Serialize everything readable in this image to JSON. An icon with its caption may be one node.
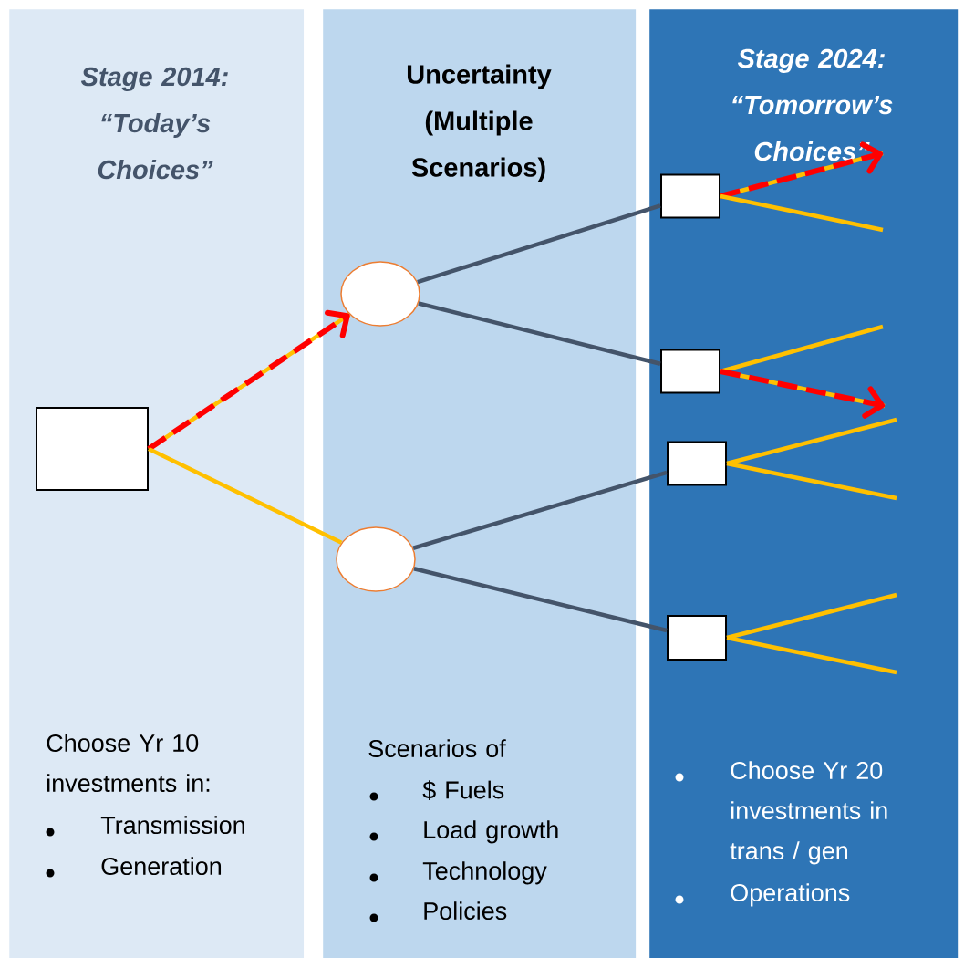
{
  "diagram": {
    "nodes": [
      {
        "text": [
          "Stage 2014: “Today’s Choices”",
          "Choose Yr 10 investments in:",
          "Transmission",
          "Generation"
        ]
      },
      {
        "text": [],
        "shape": "box",
        "in": 0
      },
      {
        "text": [
          "Uncertainty (Multiple Scenarios)",
          "Scenarios of",
          "$ Fuels",
          "Load growth",
          "Technology",
          "Policies"
        ]
      },
      {
        "text": [],
        "shape": "circle",
        "in": 2
      },
      {
        "text": [],
        "shape": "circle",
        "in": 2
      },
      {
        "text": [
          "Stage 2024: “Tomorrow’s Choices”",
          "Choose Yr 20 investments in trans / gen",
          "Operations"
        ]
      },
      {
        "text": [],
        "shape": "box",
        "in": 5
      },
      {
        "text": [],
        "shape": "box",
        "in": 5
      },
      {
        "text": [],
        "shape": "box",
        "in": 5
      },
      {
        "text": [],
        "shape": "box",
        "in": 5
      }
    ],
    "edges": [
      {
        "from": 1,
        "to": 3,
        "arrow": "none"
      },
      {
        "from": 1,
        "to": 3,
        "arrow": "to",
        "style": "dashed",
        "color": "#ff0000"
      },
      {
        "from": 1,
        "to": 4,
        "arrow": "none"
      },
      {
        "from": 3,
        "to": 6,
        "arrow": "none",
        "color": "#44546a"
      },
      {
        "from": 3,
        "to": 7,
        "arrow": "none",
        "color": "#44546a"
      },
      {
        "from": 4,
        "to": 8,
        "arrow": "none",
        "color": "#44546a"
      },
      {
        "from": 4,
        "to": 9,
        "arrow": "none",
        "color": "#44546a"
      },
      {
        "from": 6,
        "to": null,
        "arrow": "none"
      },
      {
        "from": 6,
        "to": null,
        "arrow": "to",
        "style": "dashed",
        "color": "#ff0000"
      },
      {
        "from": 6,
        "to": null,
        "arrow": "none"
      },
      {
        "from": 7,
        "to": null,
        "arrow": "none"
      },
      {
        "from": 7,
        "to": null,
        "arrow": "none"
      },
      {
        "from": 7,
        "to": null,
        "arrow": "to",
        "style": "dashed",
        "color": "#ff0000"
      },
      {
        "from": 8,
        "to": null,
        "arrow": "none"
      },
      {
        "from": 8,
        "to": null,
        "arrow": "none"
      },
      {
        "from": 9,
        "to": null,
        "arrow": "none"
      },
      {
        "from": 9,
        "to": null,
        "arrow": "none"
      }
    ]
  }
}
